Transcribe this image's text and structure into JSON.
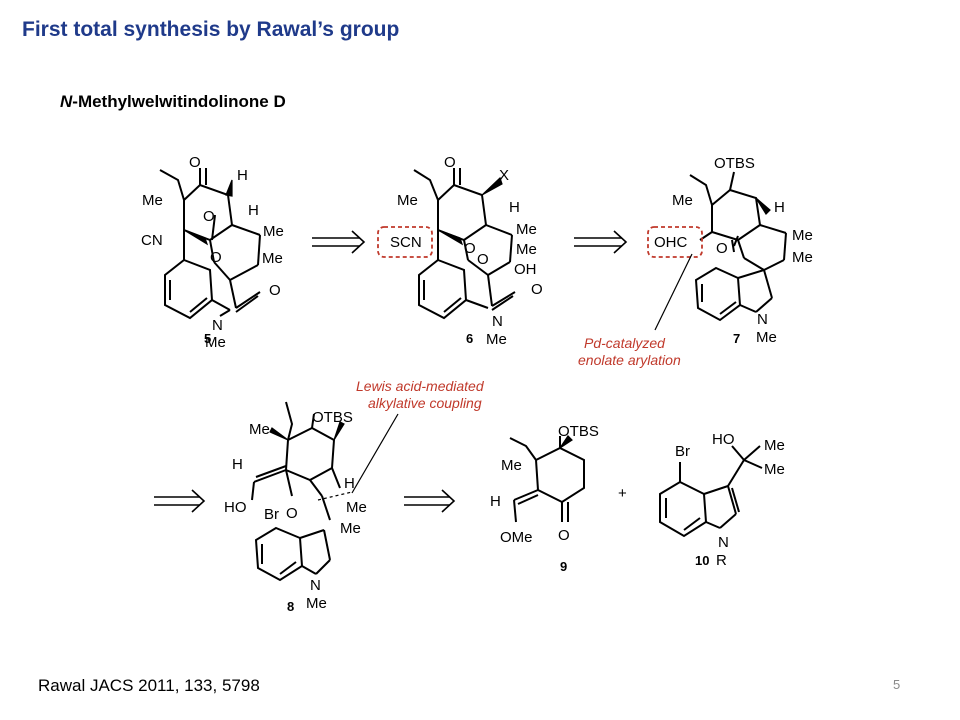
{
  "header": {
    "title": "First  total synthesis by Rawal’s group",
    "subtitle_prefix": "N",
    "subtitle_rest": "-Methylwelwitindolinone D"
  },
  "compounds": {
    "c5": "5",
    "c6": "6",
    "c7": "7",
    "c8": "8",
    "c9": "9",
    "c10": "10"
  },
  "labels": {
    "O": "O",
    "H": "H",
    "Me": "Me",
    "CN": "CN",
    "SCN": "SCN",
    "X": "X",
    "OH": "OH",
    "OTBS": "OTBS",
    "OHC": "OHC",
    "N": "N",
    "HO": "HO",
    "Br": "Br",
    "OMe": "OMe",
    "R": "R",
    "plus": "+"
  },
  "annotations": {
    "pd_line1": "Pd-catalyzed",
    "pd_line2": "enolate arylation",
    "lewis_line1": "Lewis acid-mediated",
    "lewis_line2": "alkylative coupling"
  },
  "footer": {
    "citation": "Rawal JACS 2011, 133, 5798",
    "page_number": "5"
  },
  "colors": {
    "title": "#1f3a8a",
    "annotation": "#c0392b"
  }
}
